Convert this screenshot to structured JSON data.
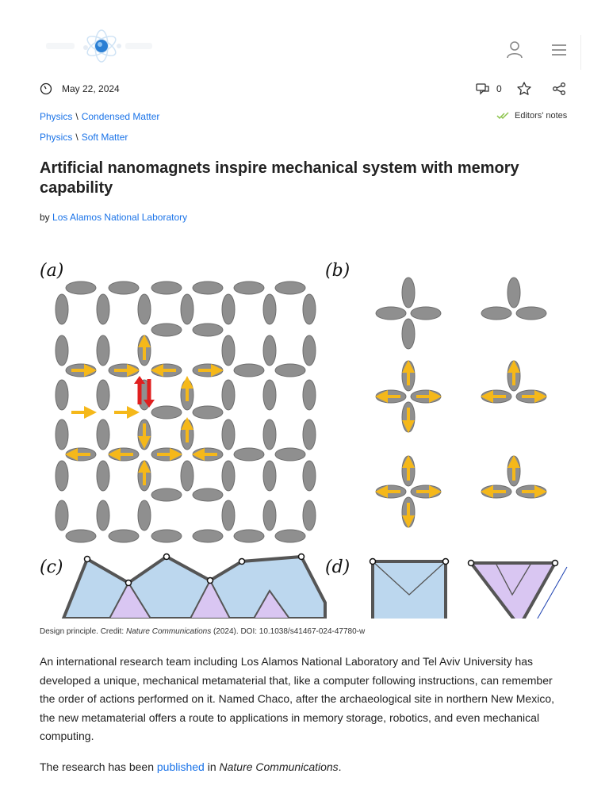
{
  "header": {
    "logo_name": "logo",
    "icons": {
      "user": "user-icon",
      "menu": "menu-icon"
    }
  },
  "meta": {
    "date": "May 22, 2024",
    "comments_count": "0",
    "icons": {
      "clock": "clock-icon",
      "comments": "comments-icon",
      "bookmark": "star-icon",
      "share": "share-icon"
    }
  },
  "breadcrumbs": [
    {
      "parent": "Physics",
      "separator": "\\",
      "child": "Condensed Matter"
    },
    {
      "parent": "Physics",
      "separator": "\\",
      "child": "Soft Matter"
    }
  ],
  "editors_notes": "Editors' notes",
  "article": {
    "title": "Artificial nanomagnets inspire mechanical system with memory capability",
    "byline_prefix": "by",
    "author": "Los Alamos National Laboratory"
  },
  "figure": {
    "panel_labels": [
      "(a)",
      "(b)",
      "(c)",
      "(d)"
    ],
    "caption_prefix": "Design principle. Credit: ",
    "caption_journal": "Nature Communications",
    "caption_suffix": " (2024). DOI: 10.1038/s41467-024-47780-w",
    "colors": {
      "ellipse_gray": "#8f8f8f",
      "arrow_yellow": "#f5b81a",
      "arrow_red": "#e01f1f",
      "tile_blue": "#bcd7ee",
      "tile_purple": "#d9c6f2",
      "frame_dark": "#555555"
    }
  },
  "body": {
    "paragraph1": "An international research team including Los Alamos National Laboratory and Tel Aviv University has developed a unique, mechanical metamaterial that, like a computer following instructions, can remember the order of actions performed on it. Named Chaco, after the archaeological site in northern New Mexico, the new metamaterial offers a route to applications in memory storage, robotics, and even mechanical computing.",
    "paragraph2_prefix": "The research has been ",
    "paragraph2_link": "published",
    "paragraph2_middle": " in ",
    "paragraph2_journal": "Nature Communications",
    "paragraph2_suffix": "."
  }
}
